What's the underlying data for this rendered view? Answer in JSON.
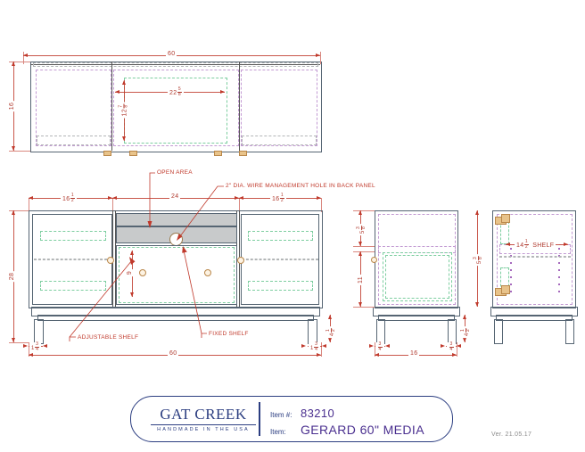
{
  "drawing": {
    "title_block": {
      "brand_top": "GAT CREEK",
      "brand_sub": "HANDMADE IN THE USA",
      "item_number_label": "Item #:",
      "item_number_value": "83210",
      "item_label": "Item:",
      "item_value": "GERARD 60\" MEDIA"
    },
    "version": "Ver. 21.05.17"
  },
  "top_view": {
    "overall_width": "60",
    "overall_depth": "16",
    "opening_width_whole": "22",
    "opening_width_num": "5",
    "opening_width_den": "8",
    "opening_depth_whole": "12",
    "opening_depth_num": "7",
    "opening_depth_den": "8"
  },
  "front_view": {
    "left_section_whole": "16",
    "left_section_num": "1",
    "left_section_den": "2",
    "center_section": "24",
    "right_section_whole": "16",
    "right_section_num": "1",
    "right_section_den": "2",
    "overall_height": "28",
    "overall_width": "60",
    "end_offset_whole": "1",
    "end_offset_num": "3",
    "end_offset_den": "4",
    "open_area_height": "9",
    "leg_height_whole": "4",
    "leg_height_num": "1",
    "leg_height_den": "2",
    "notes": {
      "open_area": "OPEN AREA",
      "wire_hole": "2\" DIA. WIRE MANAGEMENT HOLE IN BACK PANEL",
      "adjustable_shelf": "ADJUSTABLE SHELF",
      "fixed_shelf": "FIXED SHELF"
    }
  },
  "side_view": {
    "top_dim_whole": "5",
    "top_dim_num": "3",
    "top_dim_den": "8",
    "lower_dim": "11",
    "depth": "16",
    "leg_inset_whole": "",
    "leg_inset_num": "3",
    "leg_inset_den": "4",
    "leg_height_whole": "4",
    "leg_height_num": "1",
    "leg_height_den": "2"
  },
  "section_view": {
    "shelf_label_whole": "14",
    "shelf_label_num": "1",
    "shelf_label_den": "2",
    "shelf_label_text": "SHELF",
    "left_dim_whole": "5",
    "left_dim_num": "3",
    "left_dim_den": "8"
  }
}
